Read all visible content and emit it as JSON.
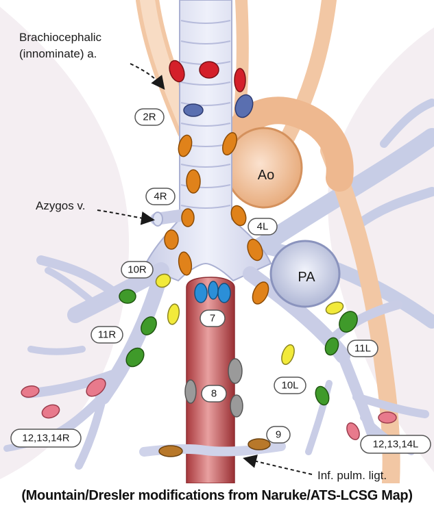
{
  "caption": "(Mountain/Dresler modifications from Naruke/ATS-LCSG Map)",
  "vessels": {
    "aorta": "Ao",
    "pulmonary_artery": "PA"
  },
  "annotations": {
    "brachiocephalic_line1": "Brachiocephalic",
    "brachiocephalic_line2": "(innominate) a.",
    "azygos": "Azygos v.",
    "inf_pulm_ligament": "Inf. pulm. ligt."
  },
  "stations": {
    "s2R": "2R",
    "s4R": "4R",
    "s4L": "4L",
    "s10R": "10R",
    "s7": "7",
    "s11R": "11R",
    "s11L": "11L",
    "s10L": "10L",
    "s8": "8",
    "s9": "9",
    "s12R": "12,13,14R",
    "s12L": "12,13,14L"
  },
  "node_colors": {
    "station1_red": "#d4202a",
    "station2_blue": "#5a6fb0",
    "station4_orange": "#e0821a",
    "station7_cyan": "#2b8fd8",
    "station8_gray": "#9a9a9a",
    "station9_brown": "#b8782a",
    "station10_yellow": "#f2ea3a",
    "station11_green": "#3f9a2a",
    "station12_pink": "#e87a8c"
  }
}
